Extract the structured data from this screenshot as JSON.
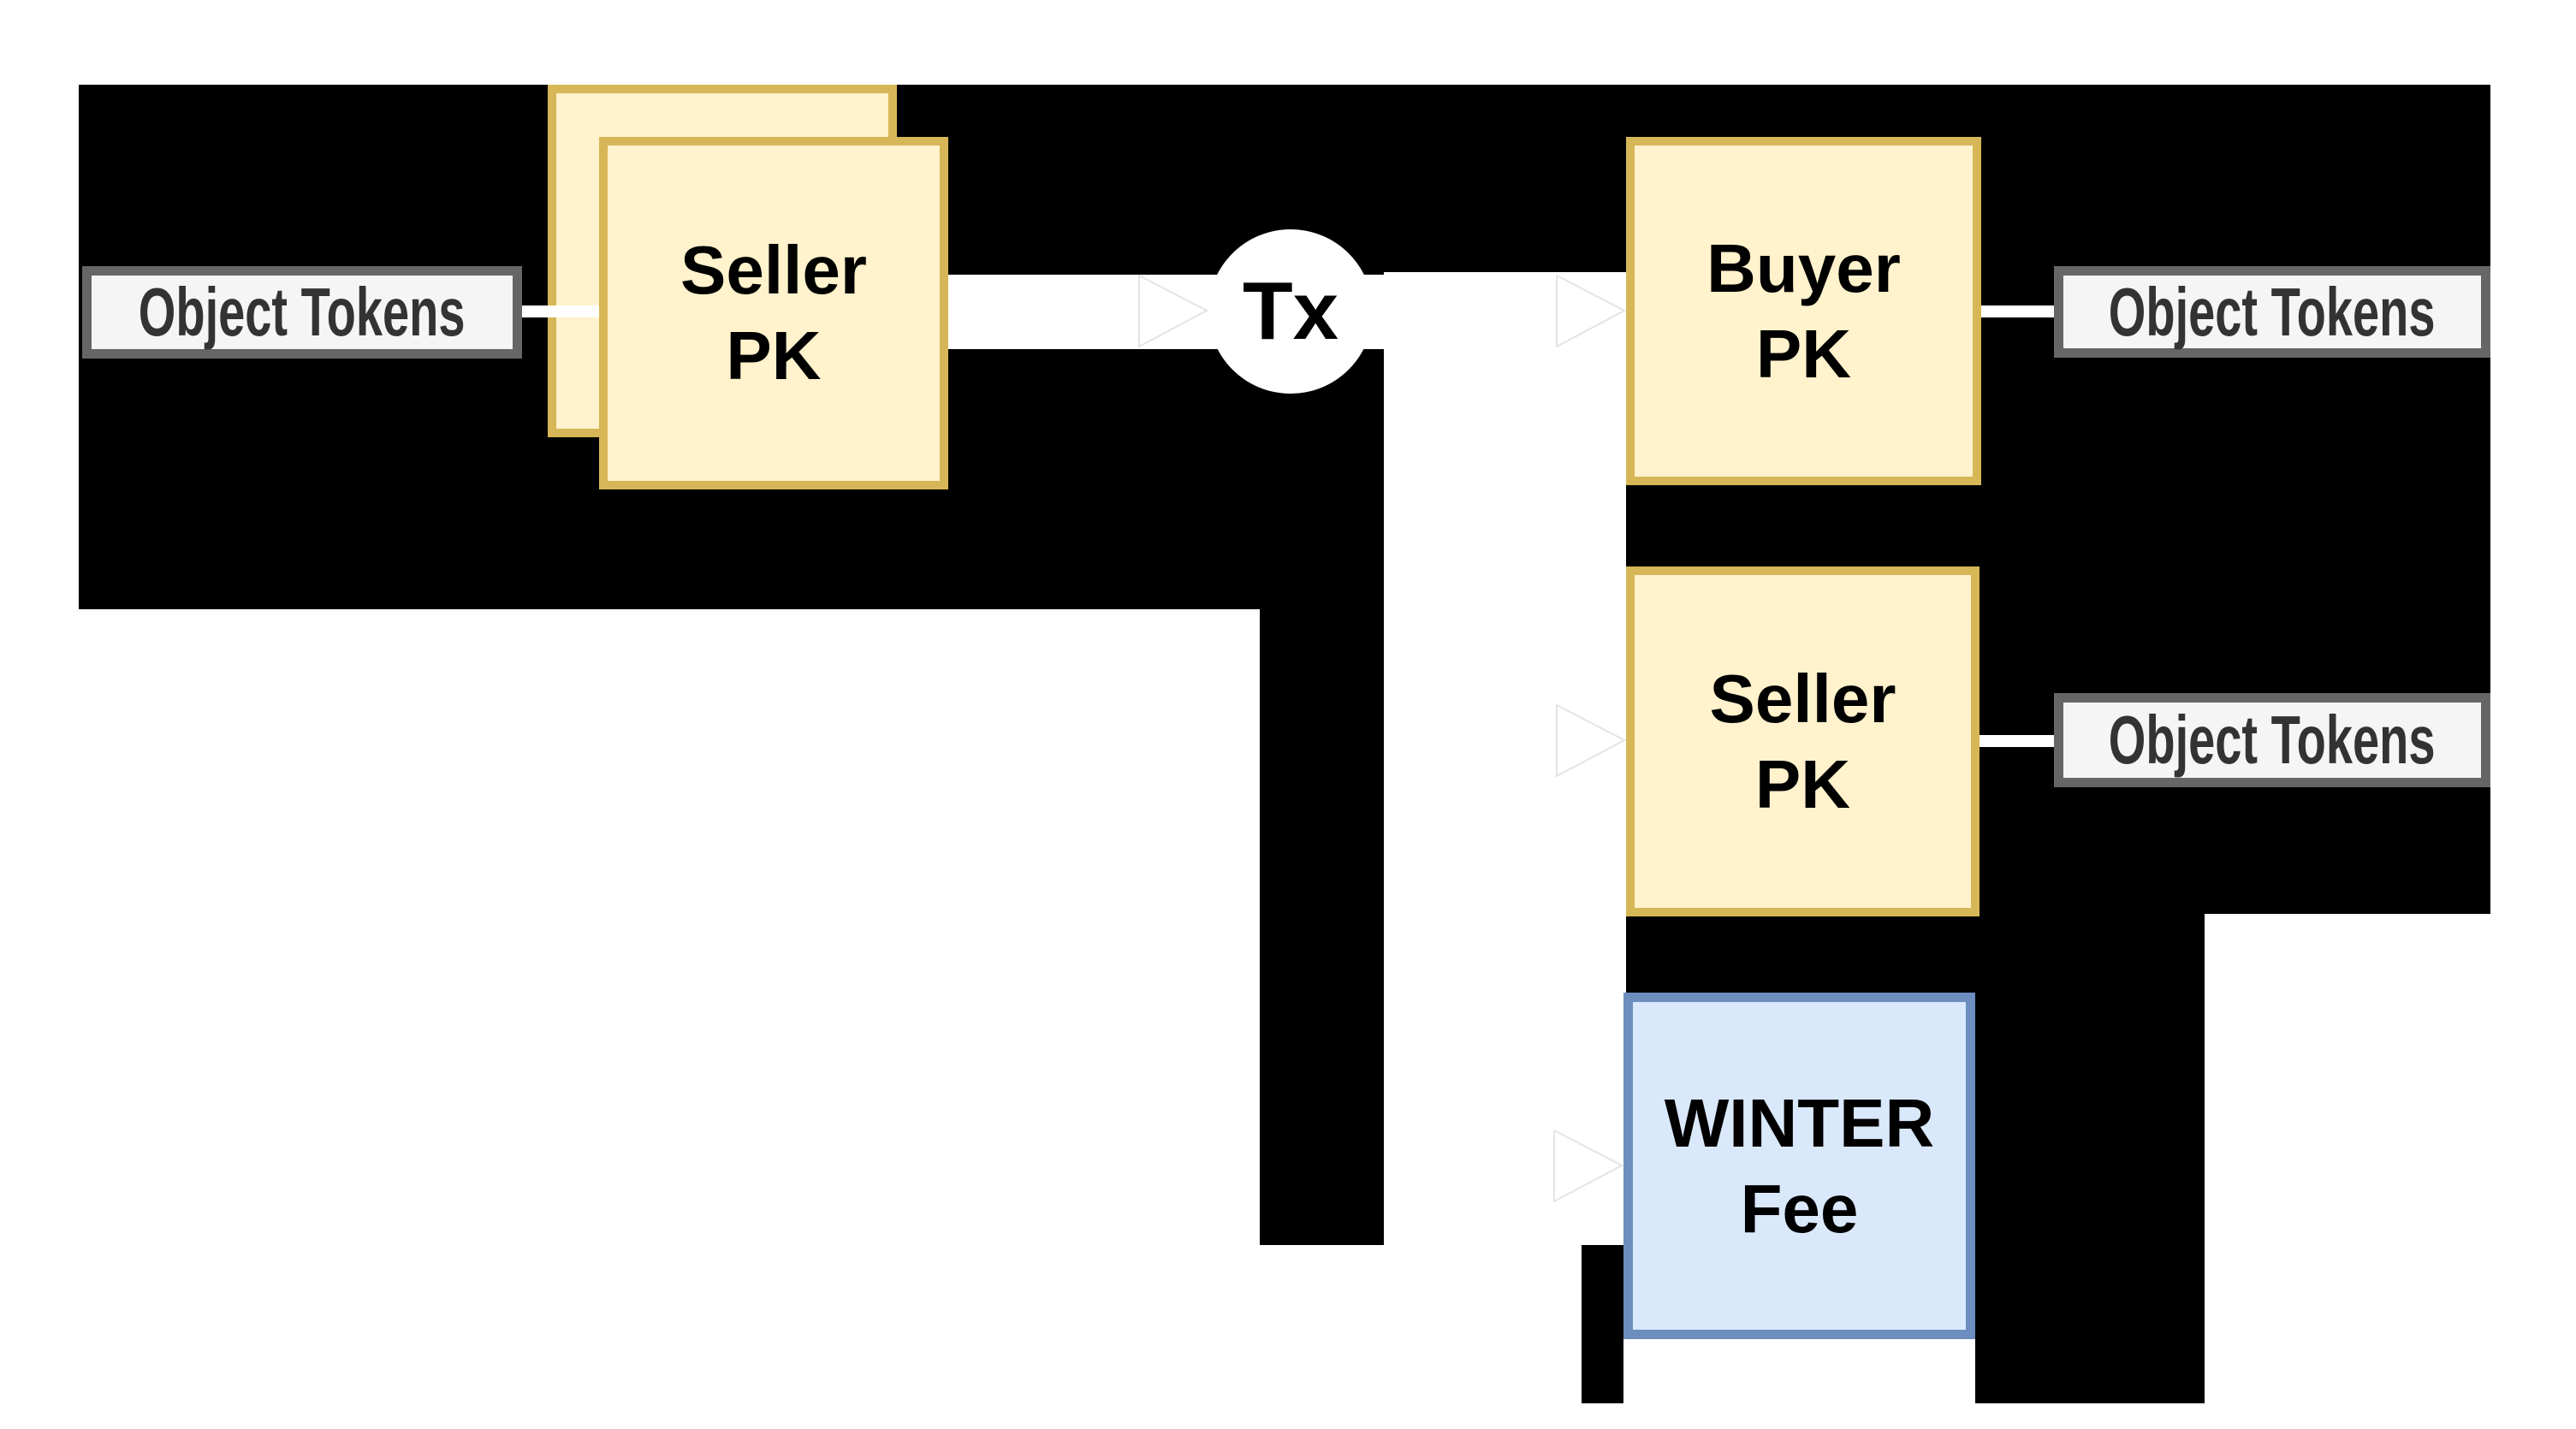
{
  "colors": {
    "canvas-bg": "#ffffff",
    "diagram-bg": "#000000",
    "node-fill": "#FFF2CC",
    "node-border": "#D6B656",
    "fee-fill": "#DAE8FC",
    "fee-border": "#6C8EBF",
    "label-fill": "#F5F5F5",
    "label-border": "#666666",
    "label-text": "#333333",
    "box-text": "#000000",
    "arrow-fill": "#ffffff",
    "arrowhead-outline": "#e4e4e4"
  },
  "nodes": {
    "seller_input": {
      "line1": "Seller",
      "line2": "PK"
    },
    "tx": {
      "label": "Tx"
    },
    "buyer": {
      "line1": "Buyer",
      "line2": "PK"
    },
    "seller_output": {
      "line1": "Seller",
      "line2": "PK"
    },
    "winter_fee": {
      "line1": "WINTER",
      "line2": "Fee"
    }
  },
  "labels": {
    "input_tokens": {
      "text": "Object Tokens"
    },
    "buyer_tokens": {
      "text": "Object Tokens"
    },
    "seller_tokens": {
      "text": "Object Tokens"
    }
  }
}
